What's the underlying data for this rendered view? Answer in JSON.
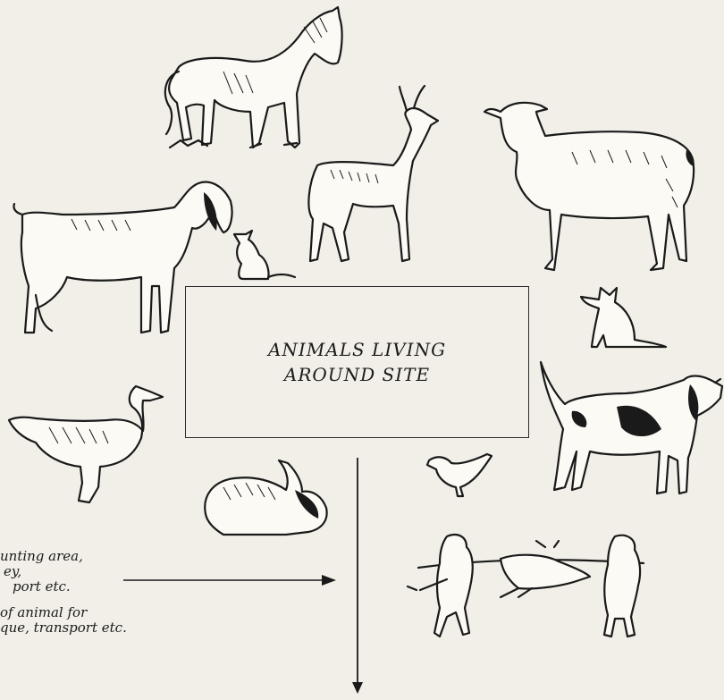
{
  "title": {
    "line1": "ANIMALS LIVING",
    "line2": "AROUND SITE"
  },
  "notes": {
    "note1_line1": "unting area,",
    "note1_line2": "ey,",
    "note1_line3": "port etc.",
    "note2_line1": "of animal for",
    "note2_line2": "que, transport etc."
  },
  "animals": [
    "horse",
    "gazelle",
    "sheep",
    "goat",
    "cat",
    "fox",
    "dog",
    "duck",
    "rabbit",
    "small-bird",
    "hunters-carrying-animal"
  ]
}
